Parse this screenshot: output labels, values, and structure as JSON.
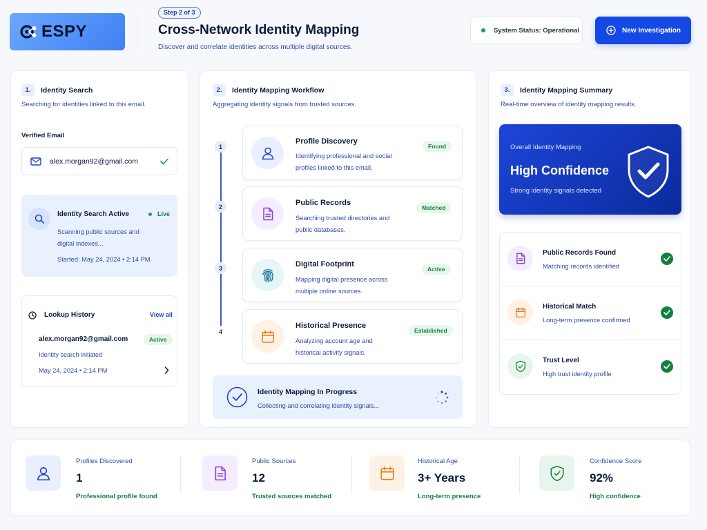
{
  "brand": {
    "logo_text": "ESPY"
  },
  "header": {
    "step_badge": "Step 2 of 3",
    "title": "Cross-Network Identity Mapping",
    "subtitle": "Discover and correlate identities across multiple digital sources.",
    "system_status": "System Status: Operational",
    "new_button": "New Investigation"
  },
  "search": {
    "num": "1.",
    "title": "Identity Search",
    "subtitle": "Searching for identities linked to this email.",
    "email_label": "Verified Email",
    "email": "alex.morgan92@gmail.com",
    "active_title": "Identity Search Active",
    "live": "Live",
    "active_desc_1": "Scanning public sources and",
    "active_desc_2": "digital indexes...",
    "started": "Started: May 24, 2024 • 2:14 PM",
    "history_title": "Lookup History",
    "view_all": "View all",
    "history_email": "alex.morgan92@gmail.com",
    "history_status": "Active",
    "history_desc": "Identity search initiated",
    "history_time": "May 24, 2024 • 2:14 PM"
  },
  "workflow": {
    "num": "2.",
    "title": "Identity Mapping Workflow",
    "subtitle": "Aggregating identity signals from trusted sources.",
    "steps": [
      {
        "n": "1",
        "title": "Profile Discovery",
        "desc1": "Identifying professional and social",
        "desc2": "profiles linked to this email.",
        "status": "Found",
        "icon": "user-icon"
      },
      {
        "n": "2",
        "title": "Public Records",
        "desc1": "Searching trusted directories and",
        "desc2": "public databases.",
        "status": "Matched",
        "icon": "document-icon"
      },
      {
        "n": "3",
        "title": "Digital Footprint",
        "desc1": "Mapping digital presence across",
        "desc2": "multiple online sources.",
        "status": "Active",
        "icon": "fingerprint-icon"
      },
      {
        "n": "4",
        "title": "Historical Presence",
        "desc1": "Analyzing account age and",
        "desc2": "historical activity signals.",
        "status": "Established",
        "icon": "calendar-icon"
      }
    ],
    "progress_title": "Identity Mapping In Progress",
    "progress_desc": "Collecting and correlating identity signals..."
  },
  "summary": {
    "num": "3.",
    "title": "Identity Mapping Summary",
    "subtitle": "Real-time overview of identity mapping results.",
    "hero_label": "Overall Identity Mapping",
    "hero_value": "High Confidence",
    "hero_sub": "Strong identity signals detected",
    "rows": [
      {
        "title": "Public Records Found",
        "sub": "Matching records identified",
        "icon": "document-icon"
      },
      {
        "title": "Historical Match",
        "sub": "Long-term presence confirmed",
        "icon": "calendar-icon"
      },
      {
        "title": "Trust Level",
        "sub": "High trust identity profile",
        "icon": "shield-check-icon"
      }
    ]
  },
  "stats": [
    {
      "label": "Profiles Discovered",
      "value": "1",
      "foot": "Professional profile found",
      "icon": "user-icon"
    },
    {
      "label": "Public Sources",
      "value": "12",
      "foot": "Trusted sources matched",
      "icon": "document-icon"
    },
    {
      "label": "Historical Age",
      "value": "3+ Years",
      "foot": "Long-term presence",
      "icon": "calendar-icon"
    },
    {
      "label": "Confidence Score",
      "value": "92%",
      "foot": "High confidence",
      "icon": "shield-check-icon"
    }
  ],
  "colors": {
    "accent": "#1549e6",
    "success": "#15803d",
    "hero_start": "#1d46d8",
    "hero_end": "#0b2a9c"
  }
}
